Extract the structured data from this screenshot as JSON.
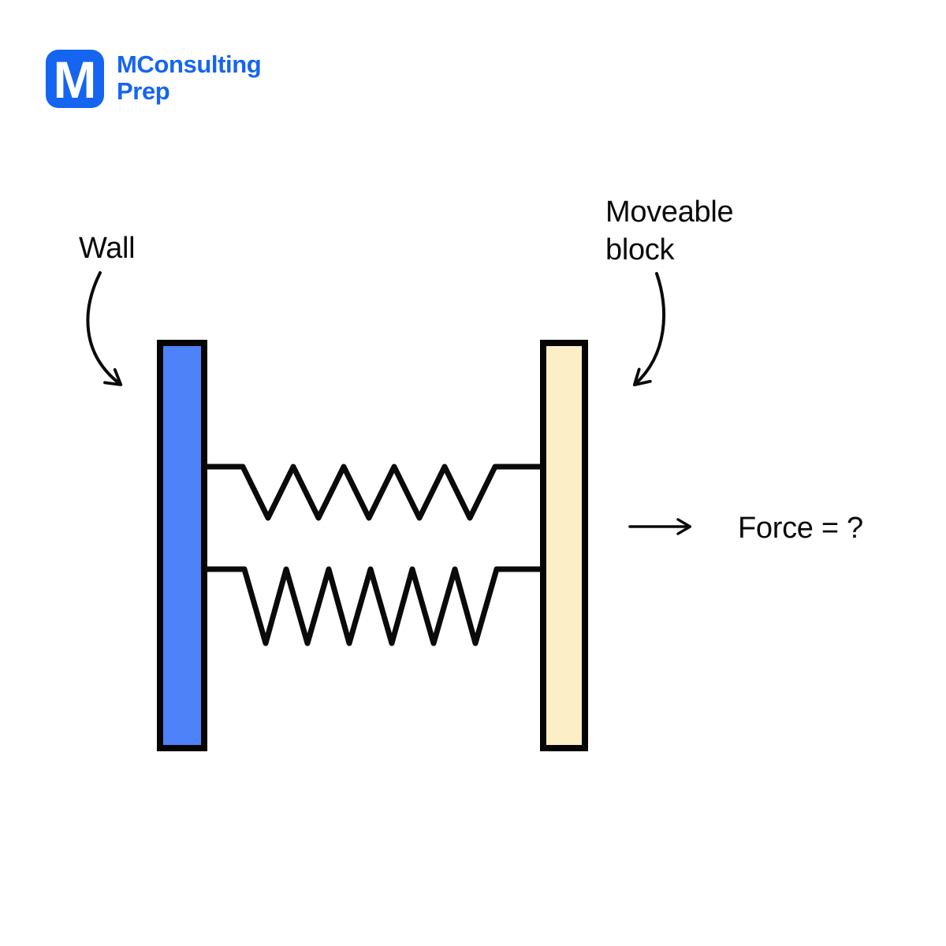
{
  "logo": {
    "letter": "M",
    "line1": "MConsulting",
    "line2": "Prep",
    "color": "#1565F0"
  },
  "diagram": {
    "wall": {
      "label": "Wall",
      "fill": "#4E82F8"
    },
    "block": {
      "label": "Moveable block",
      "fill": "#FCEFC7"
    },
    "force": {
      "label": "Force = ?"
    },
    "spring_count": 2,
    "ink": "#0a0a0a"
  }
}
